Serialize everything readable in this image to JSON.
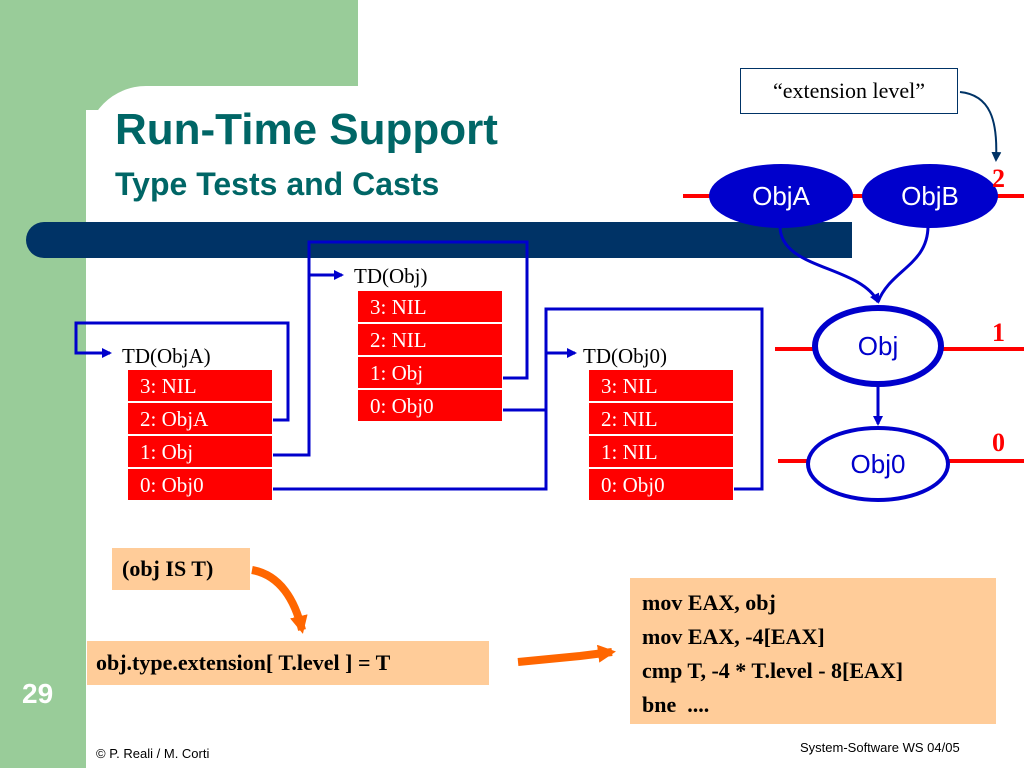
{
  "slide": {
    "title": "Run-Time Support",
    "subtitle": "Type Tests and Casts",
    "page_number": "29",
    "footer_left": "© P. Reali / M. Corti",
    "footer_right": "System-Software WS 04/05"
  },
  "td_obj": {
    "label": "TD(Obj)",
    "rows": [
      "3: NIL",
      "2: NIL",
      "1: Obj",
      "0: Obj0"
    ]
  },
  "td_obja": {
    "label": "TD(ObjA)",
    "rows": [
      "3: NIL",
      "2: ObjA",
      "1: Obj",
      "0: Obj0"
    ]
  },
  "td_obj0": {
    "label": "TD(Obj0)",
    "rows": [
      "3: NIL",
      "2: NIL",
      "1: NIL",
      "0: Obj0"
    ]
  },
  "hierarchy": {
    "extension_label": "“extension level”",
    "nodes": {
      "obja": "ObjA",
      "objb": "ObjB",
      "obj": "Obj",
      "obj0": "Obj0"
    },
    "levels": {
      "level2": "2",
      "level1": "1",
      "level0": "0"
    }
  },
  "code": {
    "is_test": "(obj IS T)",
    "expansion": "obj.type.extension[ T.level ] = T",
    "asm": [
      "mov EAX, obj",
      "mov EAX, -4[EAX]",
      "cmp T, -4 * T.level - 8[EAX]",
      "bne  ...."
    ]
  },
  "colors": {
    "green": "#99cc99",
    "title": "#006666",
    "navy": "#003366",
    "red": "#ff0000",
    "blue": "#0000cc",
    "orange": "#ff6600",
    "beige": "#ffcc99"
  }
}
